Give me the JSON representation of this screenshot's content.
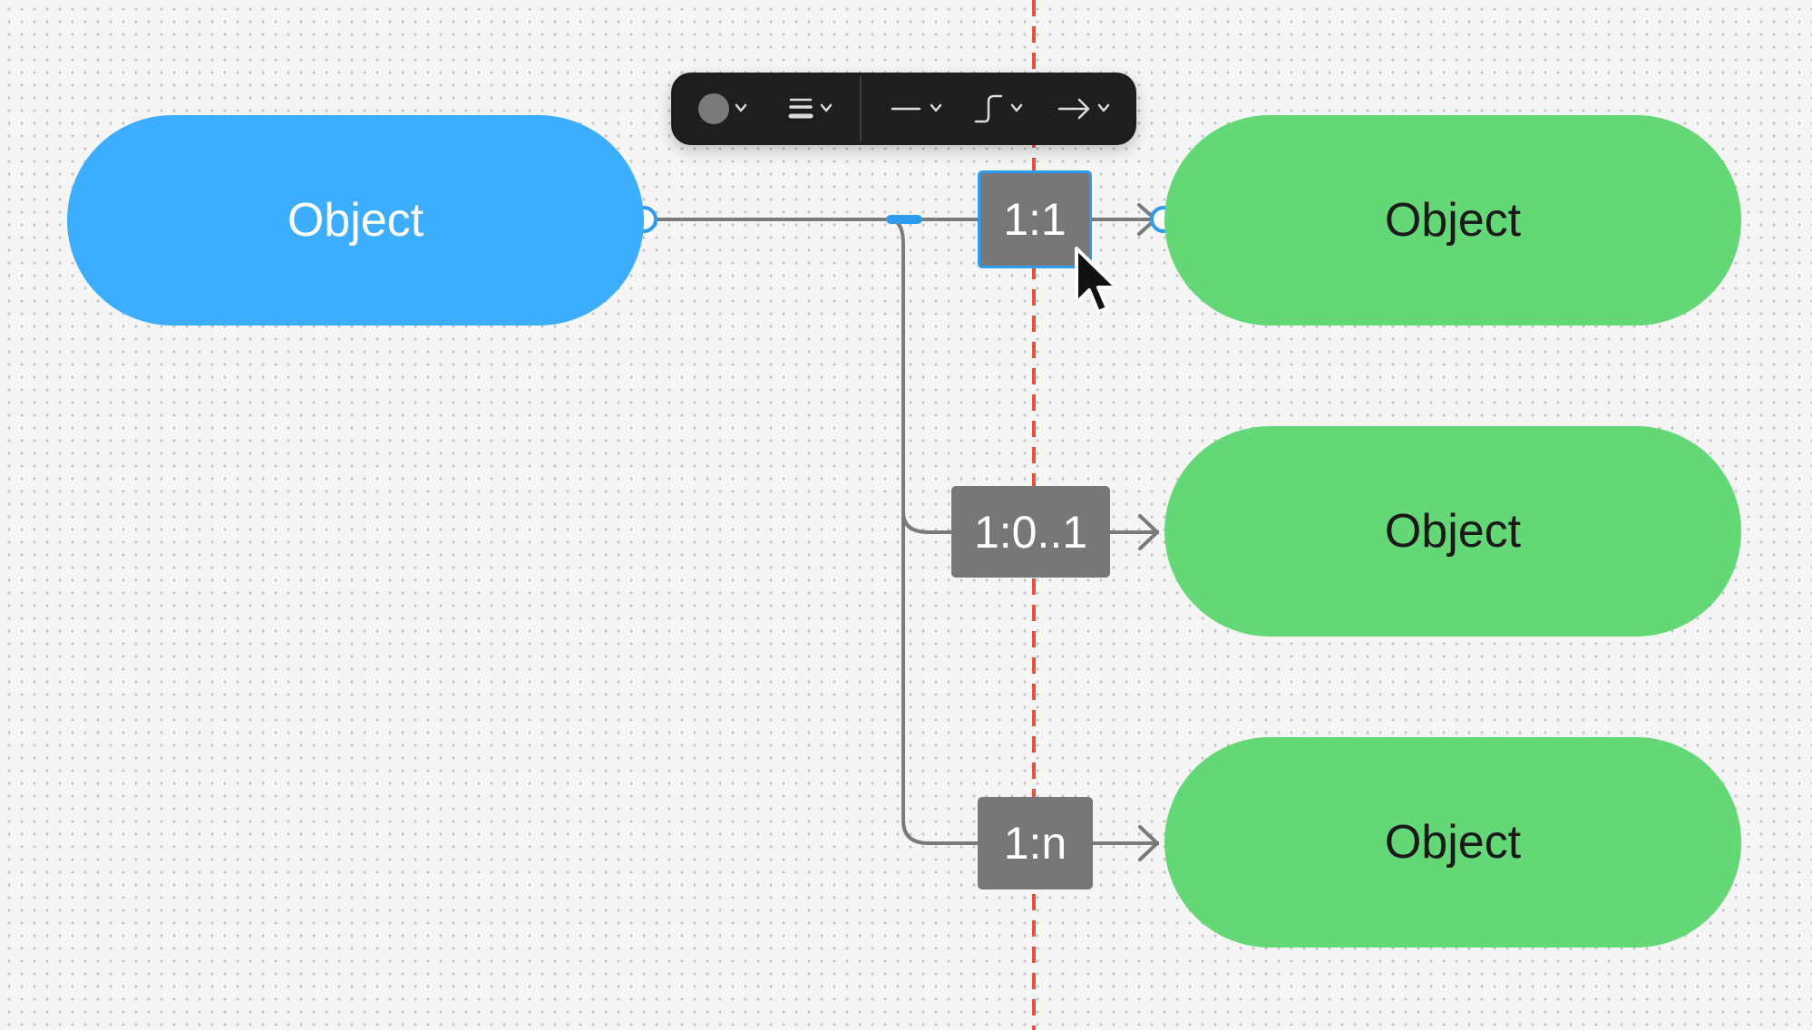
{
  "canvas": {
    "nodes": [
      {
        "id": "source",
        "label": "Object",
        "color": "#3daefd"
      },
      {
        "id": "target-1",
        "label": "Object",
        "color": "#64d777"
      },
      {
        "id": "target-2",
        "label": "Object",
        "color": "#64d777"
      },
      {
        "id": "target-3",
        "label": "Object",
        "color": "#64d777"
      }
    ],
    "connectors": [
      {
        "label": "1:1",
        "selected": true
      },
      {
        "label": "1:0..1",
        "selected": false
      },
      {
        "label": "1:n",
        "selected": false
      }
    ],
    "guide_color": "#e5533c",
    "connector_color": "#7a7a7a",
    "selection_color": "#2d9cf0"
  },
  "toolbar": {
    "items": [
      {
        "name": "color",
        "icon": "color-swatch-icon",
        "value": "#7a7a7a"
      },
      {
        "name": "line-weight",
        "icon": "line-weight-icon"
      },
      {
        "name": "line-style",
        "icon": "solid-line-icon"
      },
      {
        "name": "connector-type",
        "icon": "curved-connector-icon"
      },
      {
        "name": "arrowhead",
        "icon": "arrow-right-icon"
      }
    ]
  }
}
